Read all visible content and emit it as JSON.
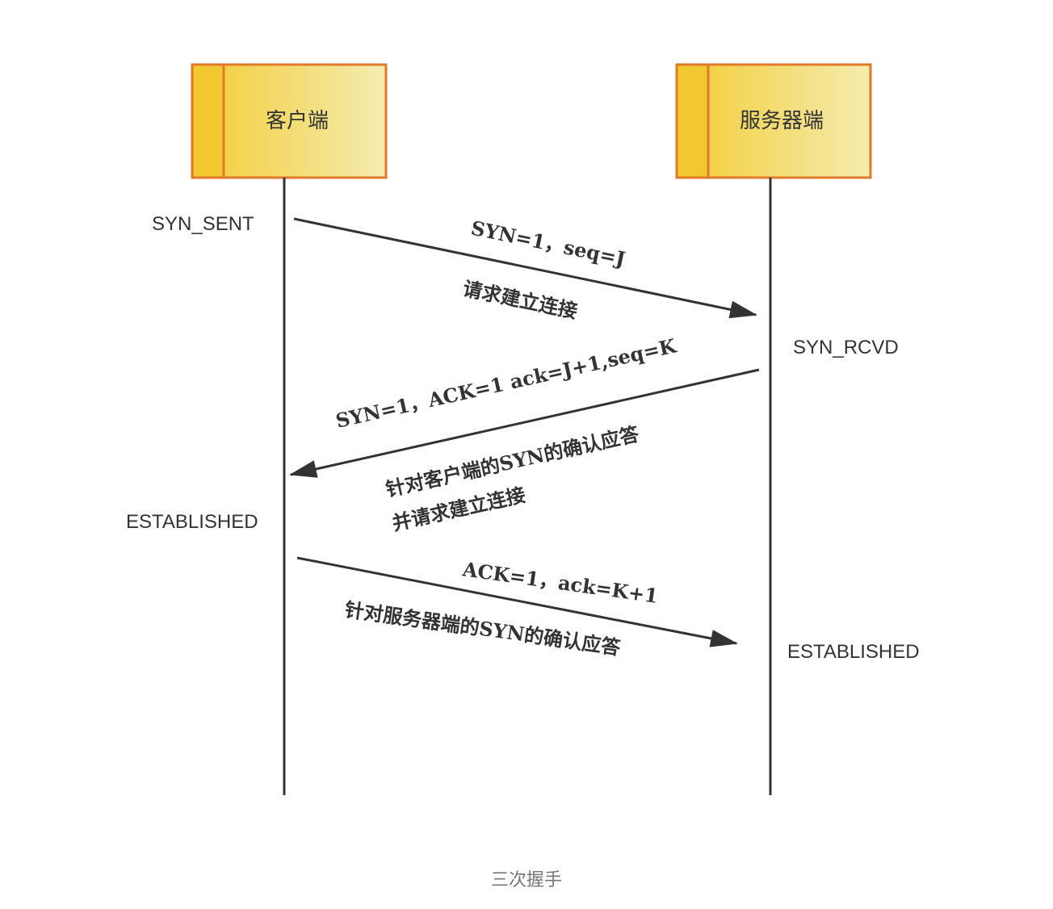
{
  "actors": {
    "client": "客户端",
    "server": "服务器端"
  },
  "states": {
    "client_syn_sent": "SYN_SENT",
    "server_syn_rcvd": "SYN_RCVD",
    "client_established": "ESTABLISHED",
    "server_established": "ESTABLISHED"
  },
  "messages": {
    "m1_params": "SYN=1，seq=J",
    "m1_desc": "请求建立连接",
    "m2_params": "SYN=1，ACK=1  ack=J+1,seq=K",
    "m2_desc_line1": "针对客户端的SYN的确认应答",
    "m2_desc_line2": "并请求建立连接",
    "m3_params": "ACK=1，ack=K+1",
    "m3_desc": "针对服务器端的SYN的确认应答"
  },
  "caption": "三次握手",
  "colors": {
    "box_border": "#e07a2a",
    "box_fill_dark": "#f2c830",
    "box_fill_light": "#f5eaa8",
    "line": "#333333"
  }
}
